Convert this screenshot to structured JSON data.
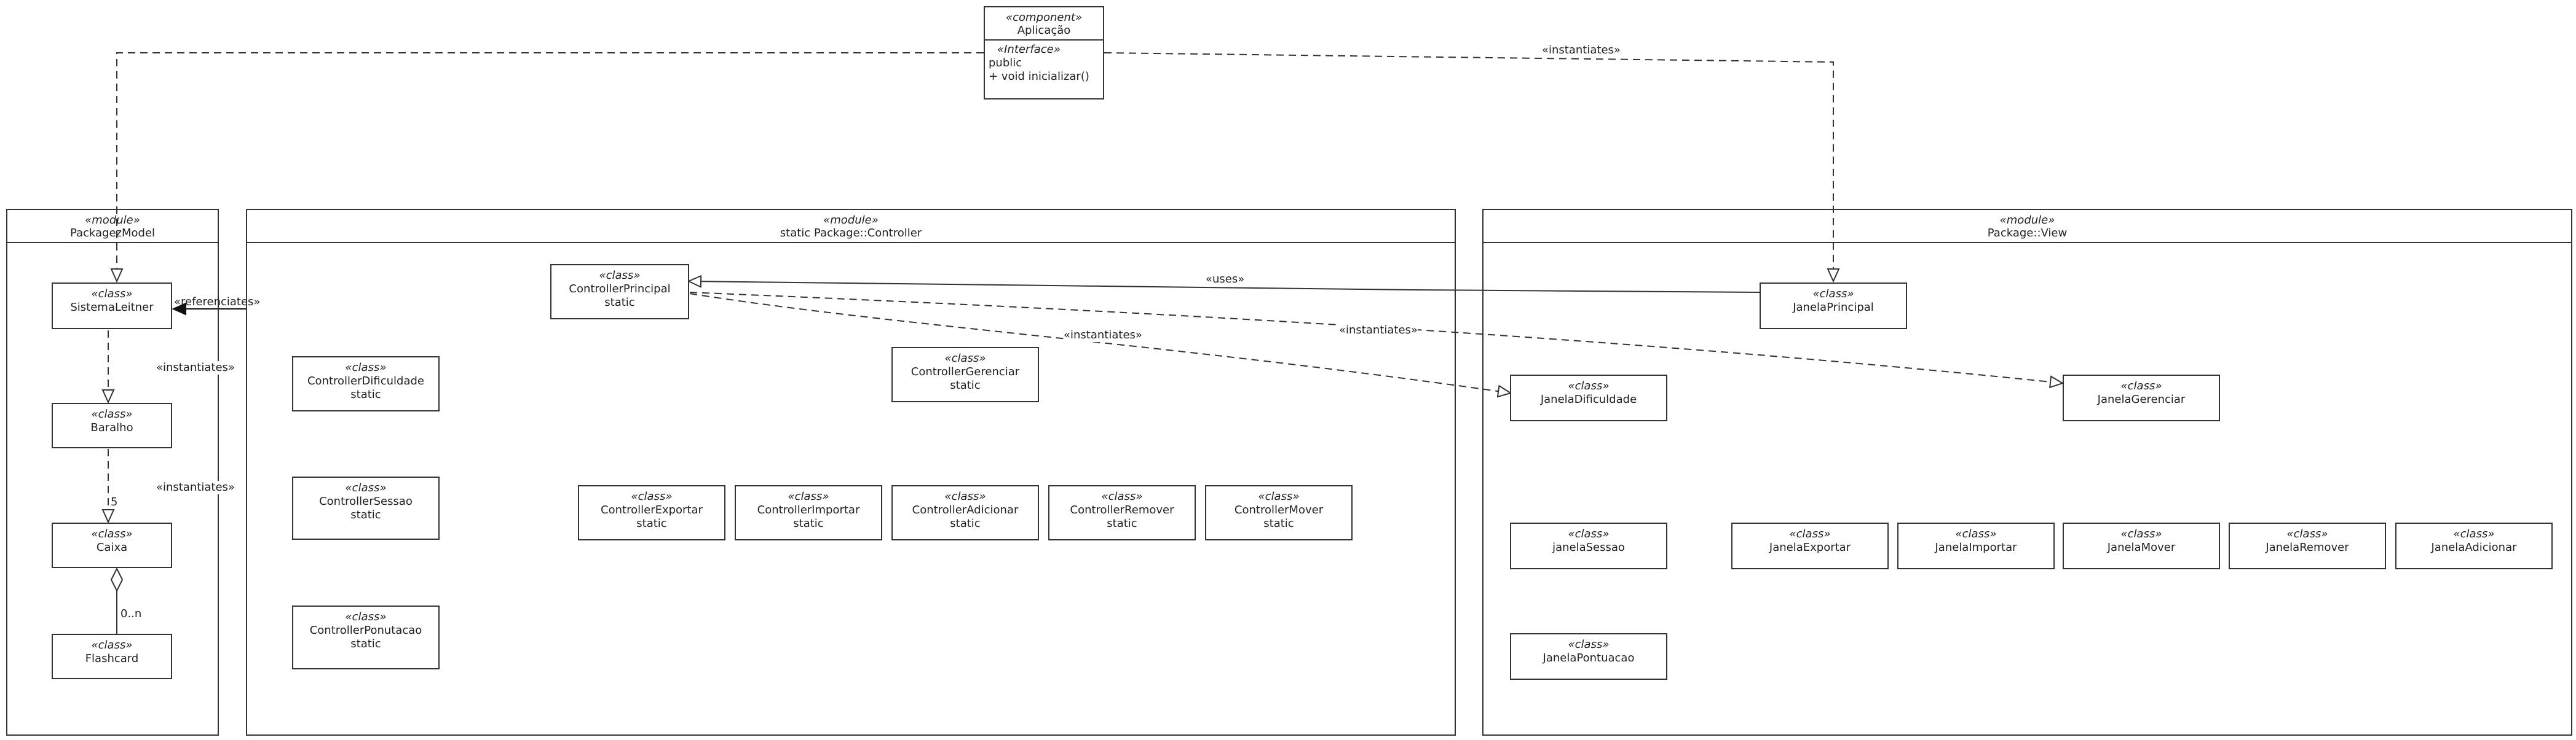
{
  "component": {
    "stereotype": "«component»",
    "name": "Aplicação",
    "interface_stereotype": "«Interface»",
    "visibility": "public",
    "operation": "+ void inicializar()"
  },
  "packages": {
    "model": {
      "stereotype": "«module»",
      "name": "PackagezModel"
    },
    "controller": {
      "stereotype": "«module»",
      "name": "static Package::Controller"
    },
    "view": {
      "stereotype": "«module»",
      "name": "Package::View"
    }
  },
  "classes": {
    "sistema_leitner": {
      "stereotype": "«class»",
      "name": "SistemaLeitner",
      "modifier": ""
    },
    "baralho": {
      "stereotype": "«class»",
      "name": "Baralho",
      "modifier": ""
    },
    "caixa": {
      "stereotype": "«class»",
      "name": "Caixa",
      "modifier": ""
    },
    "flashcard": {
      "stereotype": "«class»",
      "name": "Flashcard",
      "modifier": ""
    },
    "controller_principal": {
      "stereotype": "«class»",
      "name": "ControllerPrincipal",
      "modifier": "static"
    },
    "controller_dificuldade": {
      "stereotype": "«class»",
      "name": "ControllerDificuldade",
      "modifier": "static"
    },
    "controller_gerenciar": {
      "stereotype": "«class»",
      "name": "ControllerGerenciar",
      "modifier": "static"
    },
    "controller_sessao": {
      "stereotype": "«class»",
      "name": "ControllerSessao",
      "modifier": "static"
    },
    "controller_exportar": {
      "stereotype": "«class»",
      "name": "ControllerExportar",
      "modifier": "static"
    },
    "controller_importar": {
      "stereotype": "«class»",
      "name": "ControllerImportar",
      "modifier": "static"
    },
    "controller_adicionar": {
      "stereotype": "«class»",
      "name": "ControllerAdicionar",
      "modifier": "static"
    },
    "controller_remover": {
      "stereotype": "«class»",
      "name": "ControllerRemover",
      "modifier": "static"
    },
    "controller_mover": {
      "stereotype": "«class»",
      "name": "ControllerMover",
      "modifier": "static"
    },
    "controller_ponutacao": {
      "stereotype": "«class»",
      "name": "ControllerPonutacao",
      "modifier": "static"
    },
    "janela_principal": {
      "stereotype": "«class»",
      "name": "JanelaPrincipal",
      "modifier": ""
    },
    "janela_dificuldade": {
      "stereotype": "«class»",
      "name": "JanelaDificuldade",
      "modifier": ""
    },
    "janela_gerenciar": {
      "stereotype": "«class»",
      "name": "JanelaGerenciar",
      "modifier": ""
    },
    "janela_sessao": {
      "stereotype": "«class»",
      "name": "janelaSessao",
      "modifier": ""
    },
    "janela_exportar": {
      "stereotype": "«class»",
      "name": "JanelaExportar",
      "modifier": ""
    },
    "janela_importar": {
      "stereotype": "«class»",
      "name": "JanelaImportar",
      "modifier": ""
    },
    "janela_mover": {
      "stereotype": "«class»",
      "name": "JanelaMover",
      "modifier": ""
    },
    "janela_remover": {
      "stereotype": "«class»",
      "name": "JanelaRemover",
      "modifier": ""
    },
    "janela_adicionar": {
      "stereotype": "«class»",
      "name": "JanelaAdicionar",
      "modifier": ""
    },
    "janela_pontuacao": {
      "stereotype": "«class»",
      "name": "JanelaPontuacao",
      "modifier": ""
    }
  },
  "edge_labels": {
    "instantiates_top": "«instantiates»",
    "referenciates": "«referenciates»",
    "instantiates_baralho": "«instantiates»",
    "instantiates_caixa": "«instantiates»",
    "multiplicity_5": "5",
    "multiplicity_0n": "0..n",
    "uses": "«uses»",
    "instantiates_dificuldade": "«instantiates»",
    "instantiates_gerenciar": "«instantiates»"
  },
  "colors": {
    "line": "#333333",
    "background": "#ffffff"
  }
}
